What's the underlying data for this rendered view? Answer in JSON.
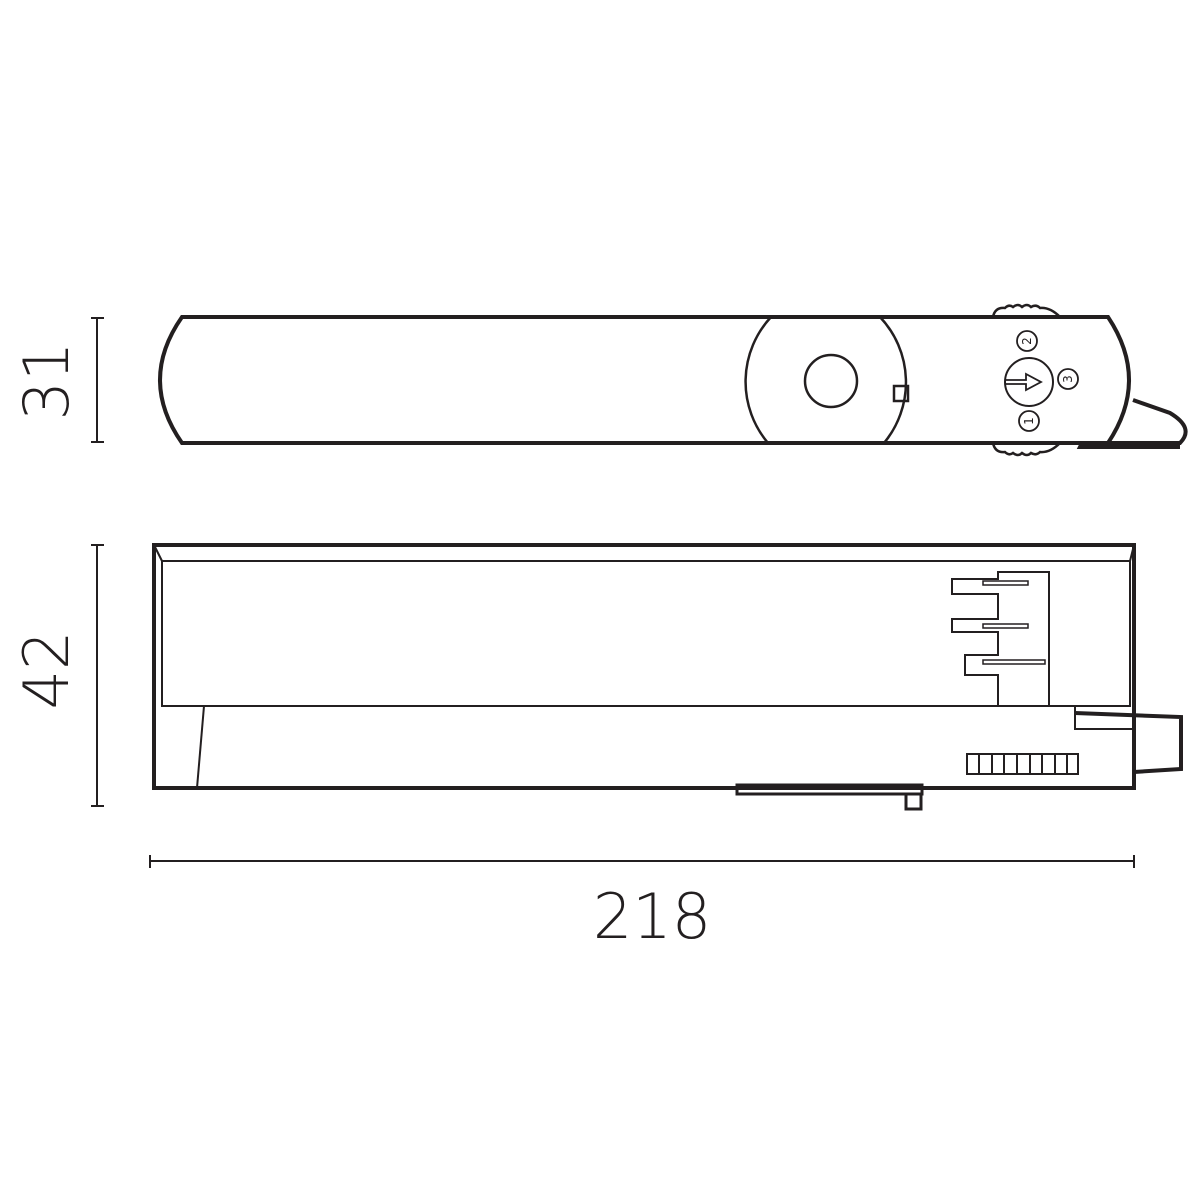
{
  "drawing": {
    "type": "technical dimension drawing",
    "subject": "track adapter / lighting track connector",
    "line_color": "#231f20",
    "background": "#ffffff"
  },
  "dimensions": {
    "top_view_height": "31",
    "side_view_height": "42",
    "overall_length": "218"
  },
  "top_view": {
    "selector_labels": {
      "pos1": "1",
      "pos2": "2",
      "pos3": "3"
    }
  }
}
